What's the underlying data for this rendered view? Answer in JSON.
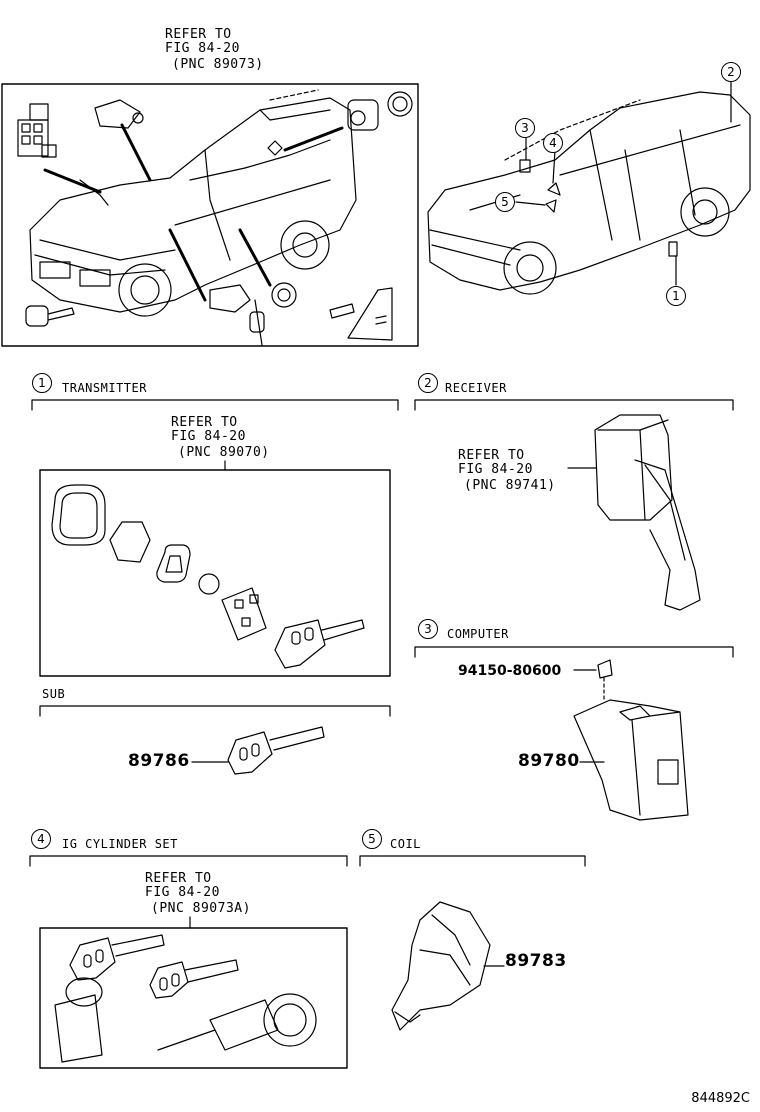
{
  "top_refer": {
    "line1": "REFER TO",
    "line2": "FIG 84-20",
    "line3": "(PNC 89073)"
  },
  "vehicle_callouts": [
    "1",
    "2",
    "3",
    "4",
    "5"
  ],
  "sections": {
    "transmitter": {
      "num": "1",
      "title": "TRANSMITTER",
      "refer": {
        "line1": "REFER TO",
        "line2": "FIG 84-20",
        "line3": "(PNC 89070)"
      }
    },
    "sub": {
      "title": "SUB",
      "part_no": "89786"
    },
    "receiver": {
      "num": "2",
      "title": "RECEIVER",
      "refer": {
        "line1": "REFER TO",
        "line2": "FIG 84-20",
        "line3": "(PNC 89741)"
      }
    },
    "computer": {
      "num": "3",
      "title": "COMPUTER",
      "bolt_no": "94150-80600",
      "part_no": "89780"
    },
    "ig_cylinder": {
      "num": "4",
      "title": "IG CYLINDER SET",
      "refer": {
        "line1": "REFER TO",
        "line2": "FIG 84-20",
        "line3": "(PNC 89073A)"
      }
    },
    "coil": {
      "num": "5",
      "title": "COIL",
      "part_no": "89783"
    }
  },
  "footer_code": "844892C"
}
